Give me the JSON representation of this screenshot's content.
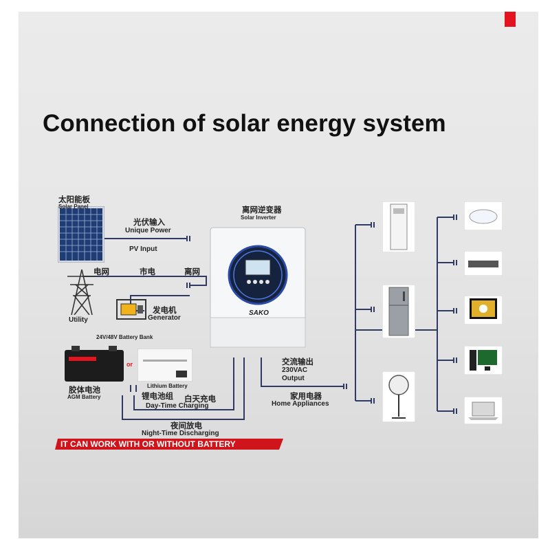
{
  "title": "Connection of solar energy system",
  "solar_panel": {
    "zh": "太阳能板",
    "en": "Solar Panel"
  },
  "pv_input": {
    "zh": "光伏输入",
    "en1": "Unique Power",
    "en2": "PV Input"
  },
  "grid": {
    "zh1": "电网",
    "zh2": "市电",
    "zh3": "离网"
  },
  "utility": "Utility",
  "generator": {
    "zh": "发电机",
    "en": "Generator"
  },
  "inverter": {
    "zh": "离网逆变器",
    "en": "Solar Inverter",
    "brand": "SAKO"
  },
  "battery_bank": "24V/48V Battery Bank",
  "or_label": "or",
  "agm": {
    "zh": "胶体电池",
    "en": "AGM Battery"
  },
  "lithium": {
    "en": "Lithium Battery",
    "zh": "锂电池组"
  },
  "day": {
    "zh": "白天充电",
    "en": "Day-Time Charging"
  },
  "night": {
    "zh": "夜间放电",
    "en": "Night-Time Discharging"
  },
  "ac_output": {
    "zh": "交流输出",
    "en1": "230VAC",
    "en2": "Output"
  },
  "home": {
    "zh": "家用电器",
    "en": "Home Appliances"
  },
  "banner": "IT CAN WORK WITH OR WITHOUT BATTERY",
  "colors": {
    "wire": "#2e3a63",
    "accent": "#e3141d",
    "banner": "#d0141b"
  }
}
